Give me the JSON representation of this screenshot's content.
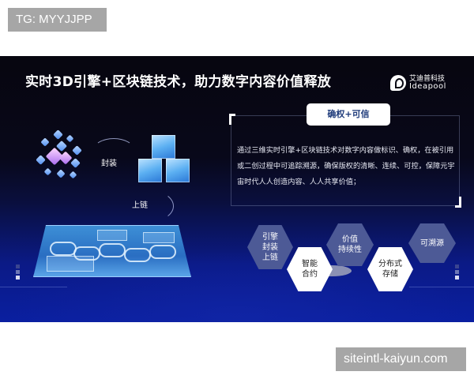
{
  "watermarks": {
    "top_left": "TG: MYYJJPP",
    "bottom_right": "siteintl-kaiyun.com"
  },
  "banner": {
    "title": "实时3D引擎+区块链技术，助力数字内容价值释放",
    "logo": {
      "icon": "ideapool-logo-icon",
      "name_cn": "艾迪普科技",
      "name_en": "Ideapool"
    },
    "colors": {
      "background_top": "#07060f",
      "background_bottom": "#0a1fa0",
      "hex_dark": "#4d5a96",
      "hex_light": "#ffffff",
      "tag_text": "#1d3a7a"
    },
    "diagram": {
      "step_encapsulate_label": "封装",
      "step_onchain_label": "上链",
      "icons": [
        "cube-cluster-icon",
        "cube-stack-icon",
        "blockchain-chain-board-icon"
      ]
    },
    "panel": {
      "tag": "确权+可信",
      "description": "通过三维实时引擎+区块链技术对数字内容做标识、确权，在被引用或二创过程中可追踪溯源，确保版权的清晰、连续、可控，保障元宇宙时代人人创造内容、人人共享价值；"
    },
    "features": [
      {
        "label": "引擎\n封装\n上链",
        "style": "dark"
      },
      {
        "label": "智能\n合约",
        "style": "light"
      },
      {
        "label": "价值\n持续性",
        "style": "dark"
      },
      {
        "label": "分布式\n存储",
        "style": "light"
      },
      {
        "label": "可溯源",
        "style": "dark"
      }
    ]
  }
}
